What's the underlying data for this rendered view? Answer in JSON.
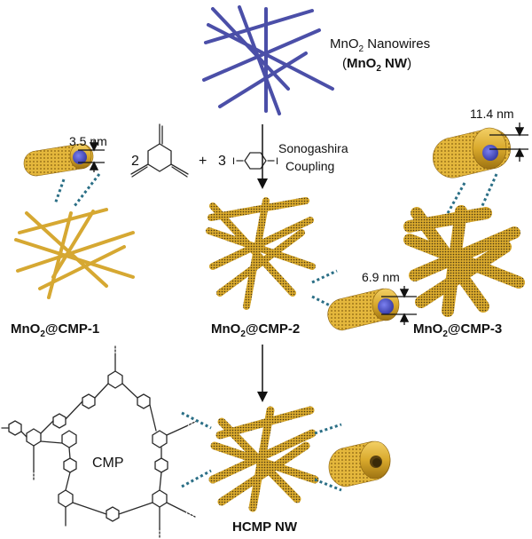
{
  "colors": {
    "nanowire_blue": "#4b4fa8",
    "cmp_gold": "#d9ab30",
    "cmp_gold_dark": "#9a6f12",
    "core_blue": "#4a4ec2",
    "dotted_teal": "#2b6f86"
  },
  "top": {
    "title_line1": "MnO",
    "title_sub": "2",
    "title_rest": " Nanowires",
    "code_open": "(",
    "code_bold": "MnO",
    "code_sub": "2",
    "code_bold_rest": " NW",
    "code_close": ")"
  },
  "reaction": {
    "coef_a": "2",
    "plus": "+",
    "coef_b": "3",
    "iodo_left": "I",
    "iodo_right": "I",
    "method_line1": "Sonogashira",
    "method_line2": "Coupling"
  },
  "thickness": {
    "cmp1": "3.5 nm",
    "cmp2": "6.9 nm",
    "cmp3": "11.4 nm"
  },
  "products": {
    "cmp1_a": "MnO",
    "cmp1_sub": "2",
    "cmp1_b": "@CMP-1",
    "cmp2_a": "MnO",
    "cmp2_sub": "2",
    "cmp2_b": "@CMP-2",
    "cmp3_a": "MnO",
    "cmp3_sub": "2",
    "cmp3_b": "@CMP-3",
    "hollow": "HCMP NW"
  },
  "network": {
    "label": "CMP"
  }
}
